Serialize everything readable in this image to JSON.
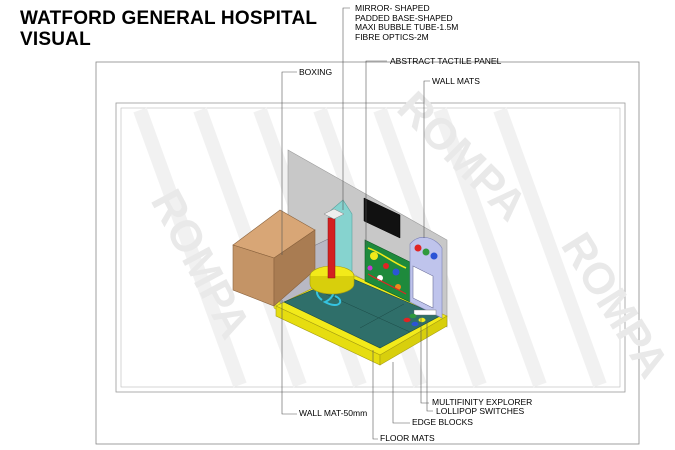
{
  "title": {
    "line1": "WATFORD GENERAL HOSPITAL",
    "line2": "VISUAL"
  },
  "watermark": "ROMPA",
  "labels": {
    "mirror": [
      "MIRROR- SHAPED",
      "PADDED BASE-SHAPED",
      "MAXI BUBBLE TUBE-1.5M",
      "FIBRE OPTICS-2M"
    ],
    "abstract_tactile_panel": "ABSTRACT TACTILE PANEL",
    "boxing": "BOXING",
    "wall_mats": "WALL MATS",
    "multifinity_explorer": "MULTIFINITY EXPLORER",
    "lollipop_switches": "LOLLIPOP SWITCHES",
    "wall_mat_50mm": "WALL MAT-50mm",
    "edge_blocks": "EDGE BLOCKS",
    "floor_mats": "FLOOR MATS"
  },
  "colors": {
    "floor_mat": "#2f6f6a",
    "edge_blocks": "#f2ea1a",
    "boxing": "#c49466",
    "wall": "#c8c8c8",
    "bubble_tube": "#d32020",
    "fibre_optics": "#35c3e0",
    "panel_frame": "#bfc4ec"
  }
}
